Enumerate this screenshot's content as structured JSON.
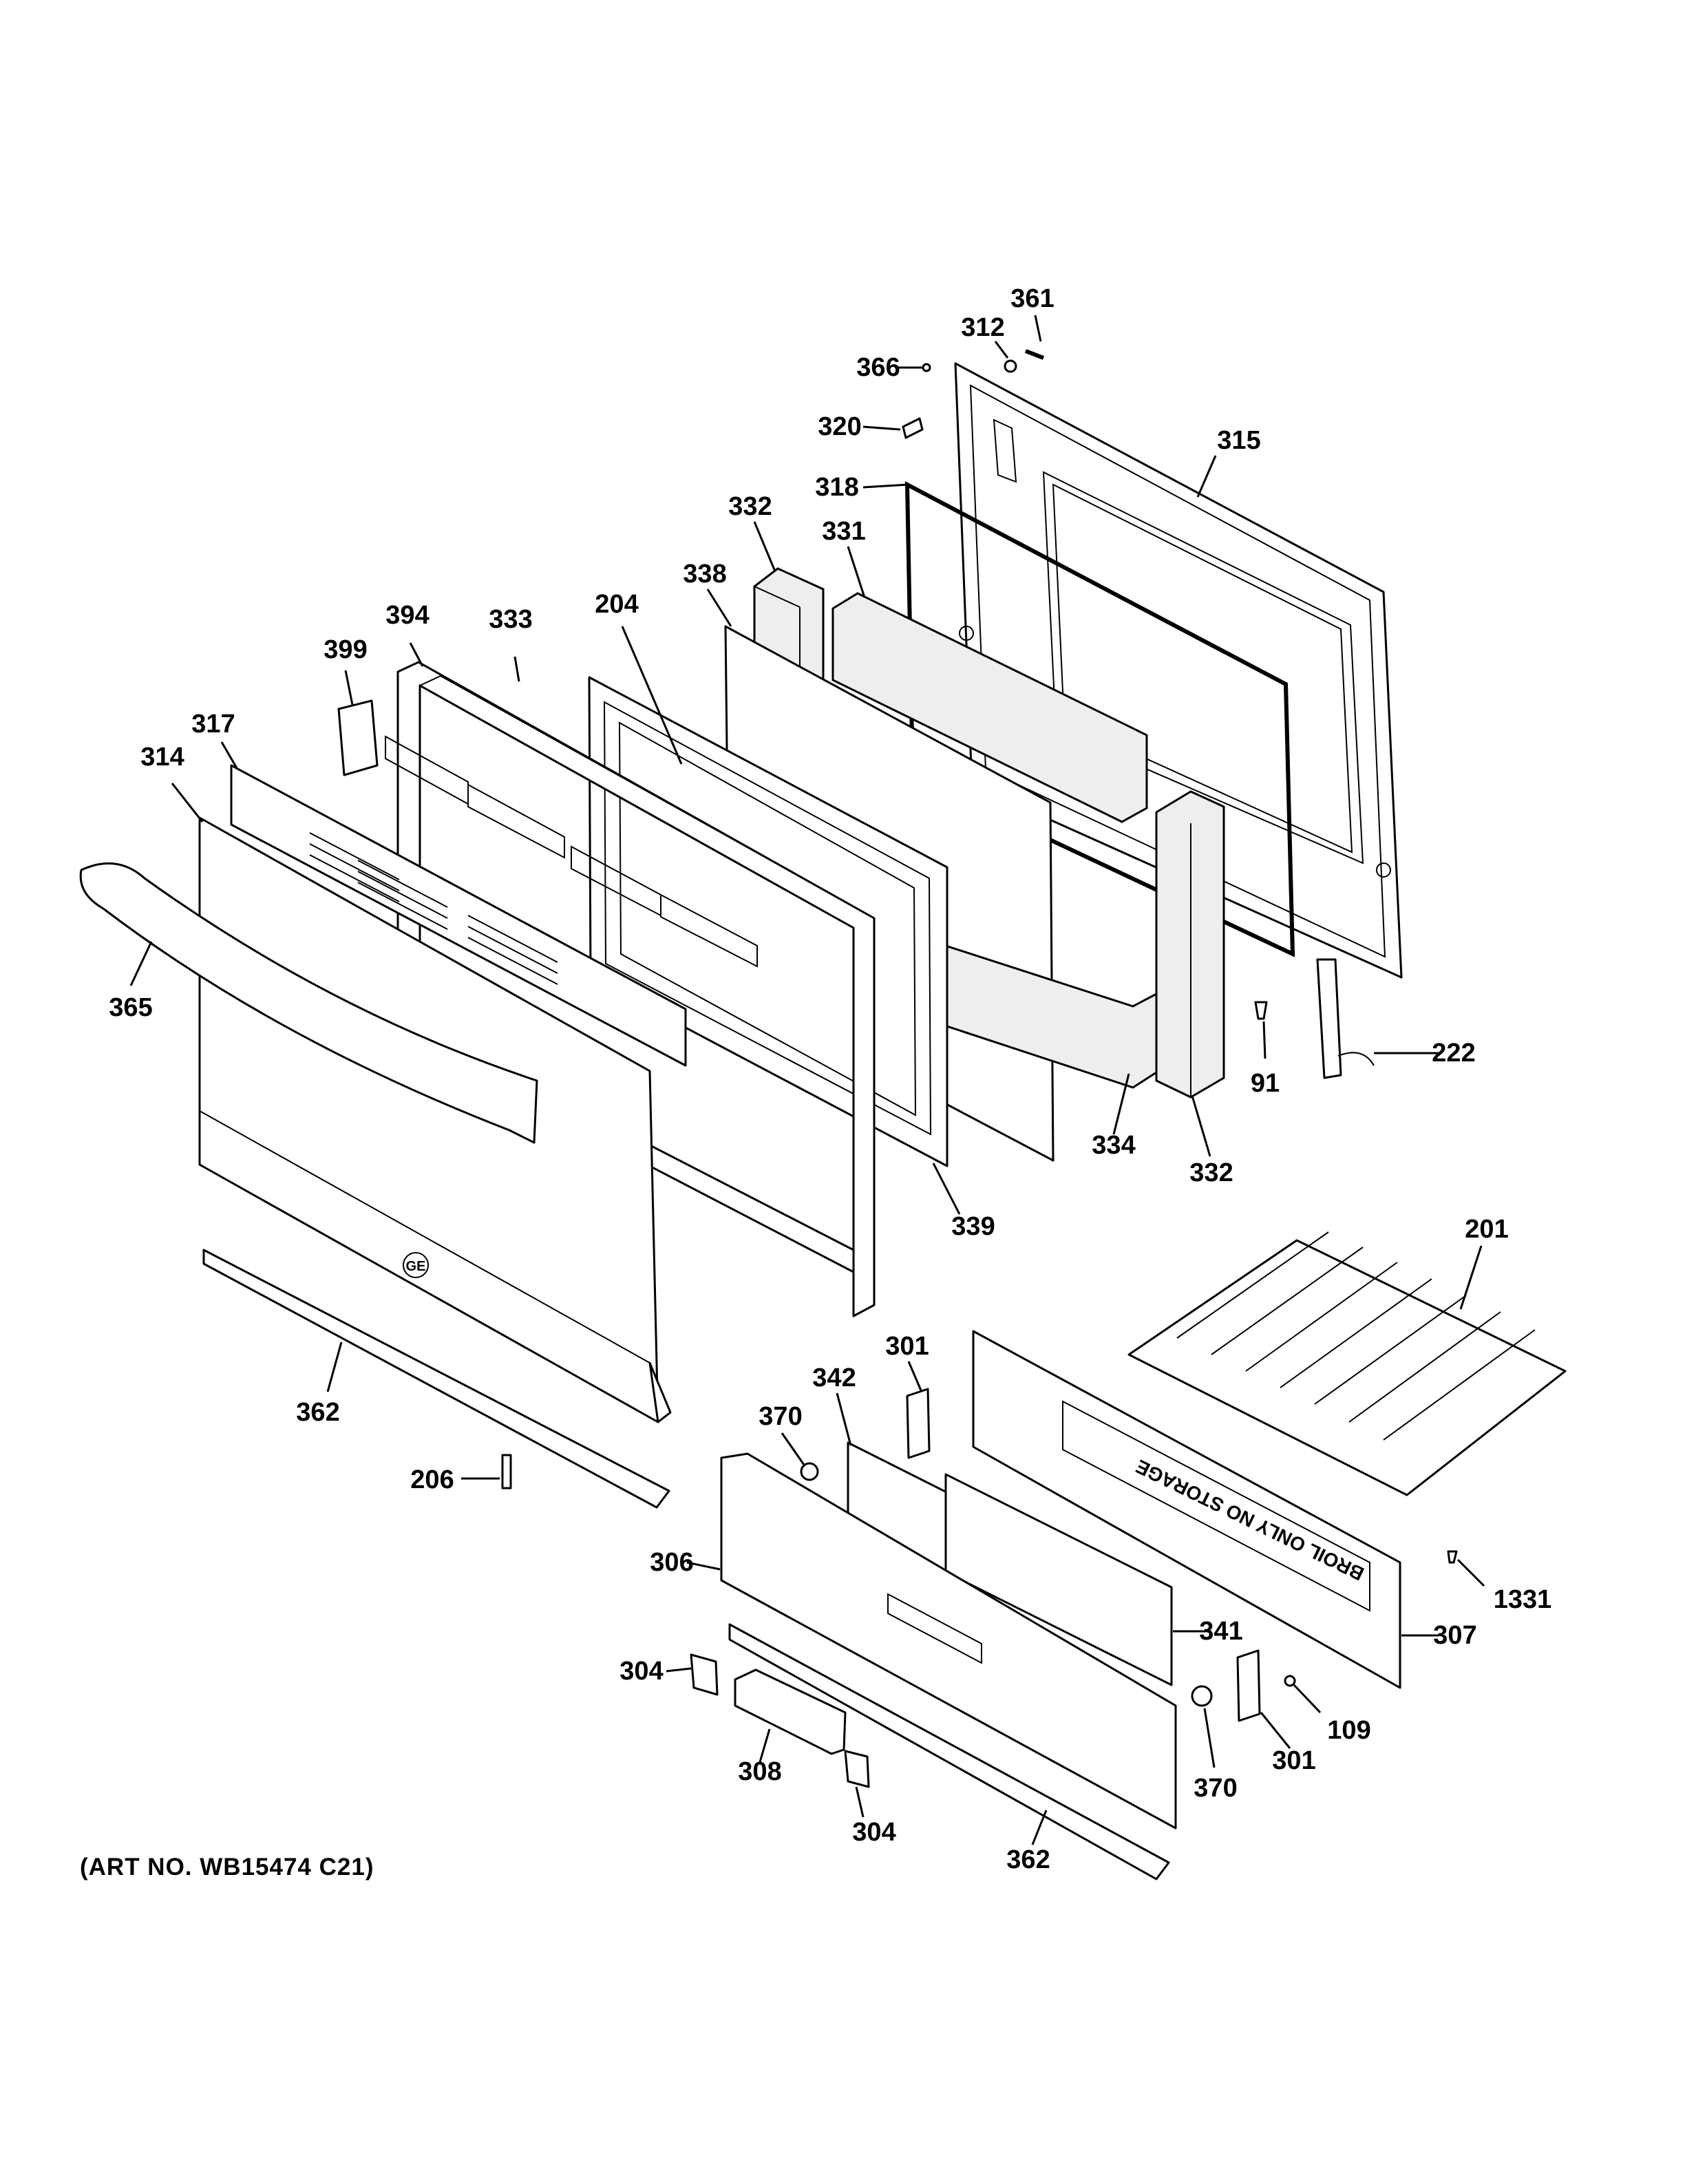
{
  "art_number": "(ART NO. WB15474 C21)",
  "brand_badge": "GE",
  "broiler_drawer_embossed_text": "BROIL ONLY  NO STORAGE",
  "callouts": [
    "361",
    "312",
    "366",
    "320",
    "315",
    "318",
    "332",
    "331",
    "338",
    "394",
    "333",
    "204",
    "399",
    "317",
    "314",
    "365",
    "222",
    "91",
    "334",
    "332",
    "339",
    "201",
    "301",
    "342",
    "370",
    "362",
    "206",
    "306",
    "341",
    "1331",
    "307",
    "304",
    "109",
    "308",
    "370",
    "301",
    "304",
    "362"
  ]
}
